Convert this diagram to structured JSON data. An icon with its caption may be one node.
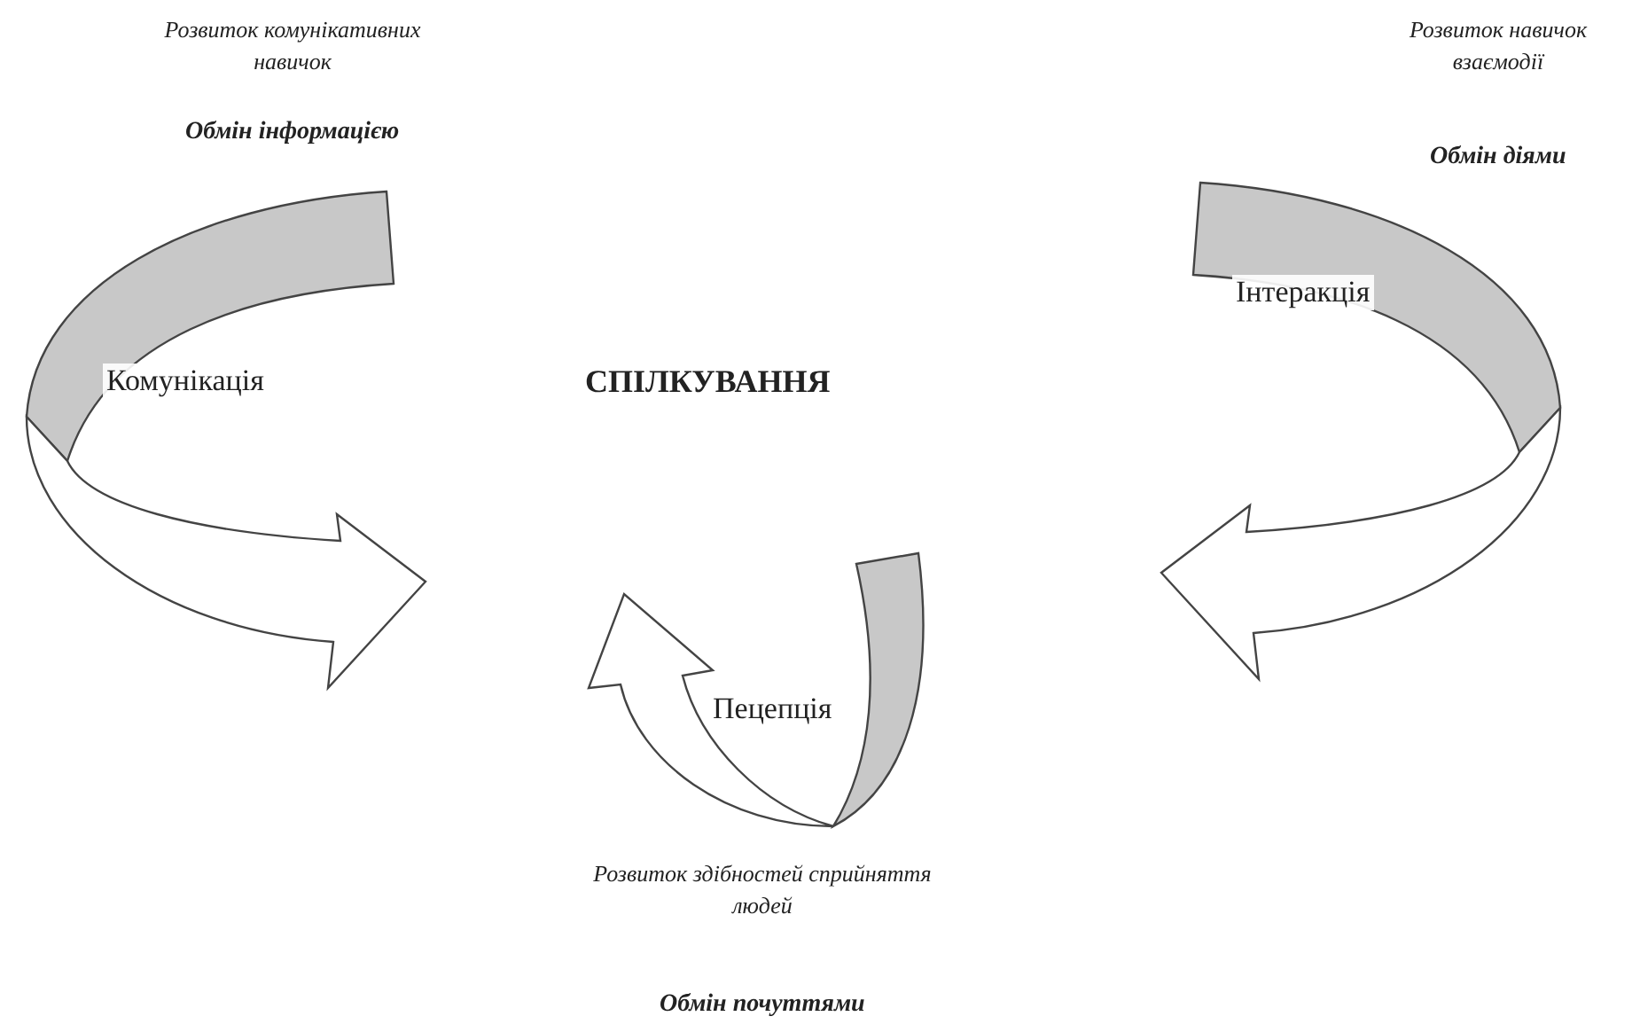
{
  "diagram": {
    "nodes": [
      {
        "text": [
          "Комунікація"
        ],
        "beside": [
          "Розвиток комунікативних навичок",
          "Обмін інформацією"
        ]
      },
      {
        "text": [
          "СПІЛКУВАННЯ"
        ]
      },
      {
        "text": [
          "Інтеракція"
        ],
        "beside": [
          "Розвиток навичок взаємодії",
          "Обмін діями"
        ]
      },
      {
        "text": [
          "Пецепція"
        ],
        "beside": [
          "Розвиток здібностей сприйняття людей"
        ]
      }
    ],
    "labels": [
      "Обмін почуттями"
    ]
  }
}
